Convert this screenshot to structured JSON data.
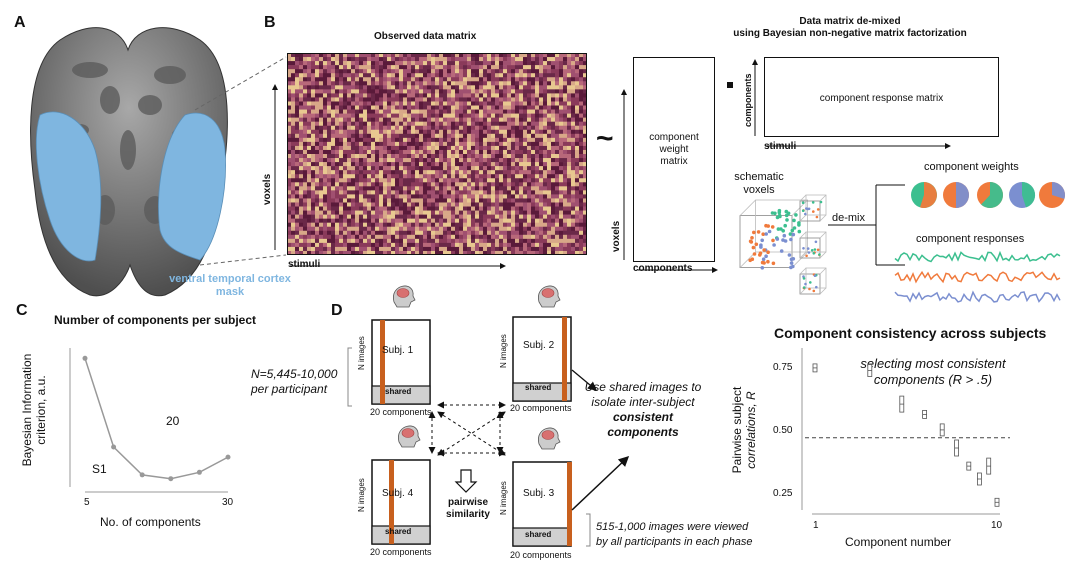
{
  "panel_a": {
    "letter": "A",
    "mask_label_line1": "ventral temporal cortex",
    "mask_label_line2": "mask",
    "colors": {
      "mask": "#7fb6e0",
      "brain": "#8a8a8a",
      "brain_dark": "#5a5a5a"
    }
  },
  "panel_b": {
    "letter": "B",
    "observed_title": "Observed data matrix",
    "demix_title_line1": "Data matrix de-mixed",
    "demix_title_line2": "using Bayesian non-negative matrix factorization",
    "y_label_voxels": "voxels",
    "x_label_stimuli": "stimuli",
    "tilde": "~",
    "weight_matrix_line1": "component",
    "weight_matrix_line2": "weight",
    "weight_matrix_line3": "matrix",
    "weight_y_label": "voxels",
    "weight_x_label": "components",
    "dot": "·",
    "response_matrix_label": "component response matrix",
    "response_y_label": "components",
    "response_x_label": "stimuli",
    "schematic_line1": "schematic",
    "schematic_line2": "voxels",
    "demix_label": "de-mix",
    "component_weights_label": "component weights",
    "component_responses_label": "component responses",
    "colors": {
      "green": "#3cbf8f",
      "orange": "#f07a3c",
      "blue": "#7b8fd0",
      "heat_dark": "#5a1a3a",
      "heat_light": "#e8c890"
    }
  },
  "panel_c": {
    "letter": "C",
    "title": "Number of components per subject",
    "ylabel_line1": "Bayesian Information",
    "ylabel_line2": "criterion, a.u.",
    "xlabel": "No. of components",
    "annotation_20": "20",
    "annotation_s1": "S1",
    "tick_5": "5",
    "tick_30": "30"
  },
  "chart_data": [
    {
      "type": "line",
      "title": "Number of components per subject",
      "xlabel": "No. of components",
      "ylabel": "Bayesian Information criterion, a.u.",
      "x": [
        5,
        10,
        15,
        20,
        25,
        30
      ],
      "series": [
        {
          "name": "S1",
          "values": [
            100,
            30,
            8,
            5,
            10,
            22
          ]
        }
      ],
      "xlim": [
        5,
        30
      ],
      "ylim": [
        0,
        105
      ]
    },
    {
      "type": "scatter",
      "title": "Component consistency across subjects",
      "xlabel": "Component number",
      "ylabel": "Pairwise subject correlations, R",
      "x": [
        1,
        2,
        3,
        4,
        5,
        6,
        7,
        8,
        9,
        10
      ],
      "series": [
        {
          "values": [
            0.77,
            0.76,
            0.63,
            0.59,
            0.53,
            0.46,
            0.39,
            0.34,
            0.39,
            0.25
          ]
        }
      ],
      "ylim": [
        0.22,
        0.82
      ],
      "yticks": [
        0.25,
        0.5,
        0.75
      ],
      "xticks": [
        1,
        10
      ],
      "threshold": 0.5
    }
  ],
  "panel_d": {
    "letter": "D",
    "subj1": "Subj. 1",
    "subj2": "Subj. 2",
    "subj3": "Subj. 3",
    "subj4": "Subj. 4",
    "shared": "shared",
    "n_images": "N images",
    "twenty_components": "20 components",
    "n_range": "N=5,445-10,000",
    "per_participant": "per participant",
    "pairwise_line1": "pairwise",
    "pairwise_line2": "similarity",
    "use_shared_line1": "Use shared images to",
    "use_shared_line2": "isolate inter-subject",
    "consistent_line1": "consistent",
    "consistent_line2": "components",
    "viewed_line1": "515-1,000 images were viewed",
    "viewed_line2": "by all participants in each phase",
    "colors": {
      "bar": "#c8601e",
      "shared_fill": "#d0d0d0"
    }
  },
  "panel_e": {
    "title": "Component consistency across subjects",
    "annotation_line1": "selecting most consistent",
    "annotation_line2": "components (R > .5)",
    "ylabel_line1": "Pairwise subject",
    "ylabel_line2": "correlations, R",
    "xlabel": "Component number",
    "ytick_075": "0.75",
    "ytick_050": "0.50",
    "ytick_025": "0.25",
    "xtick_1": "1",
    "xtick_10": "10"
  }
}
